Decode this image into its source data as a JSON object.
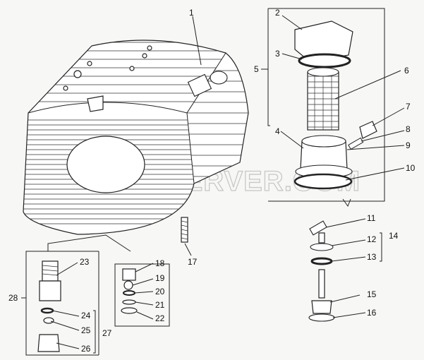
{
  "watermark": "SPECSERVER.COM",
  "callouts": [
    {
      "id": "c1",
      "text": "1"
    },
    {
      "id": "c2",
      "text": "2"
    },
    {
      "id": "c3",
      "text": "3"
    },
    {
      "id": "c4",
      "text": "4"
    },
    {
      "id": "c5",
      "text": "5"
    },
    {
      "id": "c6",
      "text": "6"
    },
    {
      "id": "c7",
      "text": "7"
    },
    {
      "id": "c8",
      "text": "8"
    },
    {
      "id": "c9",
      "text": "9"
    },
    {
      "id": "c10",
      "text": "10"
    },
    {
      "id": "c11",
      "text": "11"
    },
    {
      "id": "c12",
      "text": "12"
    },
    {
      "id": "c13",
      "text": "13"
    },
    {
      "id": "c14",
      "text": "14"
    },
    {
      "id": "c15",
      "text": "15"
    },
    {
      "id": "c16",
      "text": "16"
    },
    {
      "id": "c17",
      "text": "17"
    },
    {
      "id": "c18",
      "text": "18"
    },
    {
      "id": "c19",
      "text": "19"
    },
    {
      "id": "c20",
      "text": "20"
    },
    {
      "id": "c21",
      "text": "21"
    },
    {
      "id": "c22",
      "text": "22"
    },
    {
      "id": "c23",
      "text": "23"
    },
    {
      "id": "c24",
      "text": "24"
    },
    {
      "id": "c25",
      "text": "25"
    },
    {
      "id": "c26",
      "text": "26"
    },
    {
      "id": "c27",
      "text": "27"
    },
    {
      "id": "c28",
      "text": "28"
    }
  ]
}
